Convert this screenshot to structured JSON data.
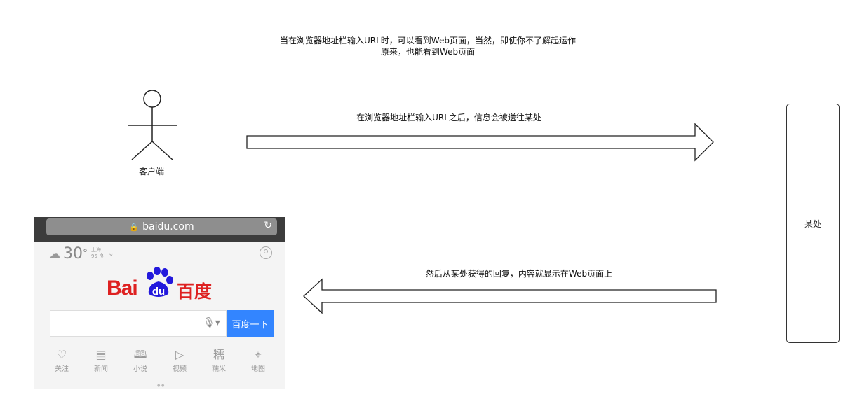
{
  "captions": {
    "top_line1": "当在浏览器地址栏输入URL时，可以看到Web页面，当然，即使你不了解起运作",
    "top_line2": "原来，也能看到Web页面",
    "request": "在浏览器地址栏输入URL之后，信息会被送往某处",
    "response": "然后从某处获得的回复，内容就显示在Web页面上"
  },
  "actor": {
    "label": "客户端"
  },
  "server": {
    "label": "某处"
  },
  "phone": {
    "address": "baidu.com",
    "weather": {
      "temperature": "30",
      "unit": "°",
      "city": "上海",
      "aqi": "95 良"
    },
    "logo": {
      "left": "Bai",
      "paw": "du",
      "right": "百度"
    },
    "search_button": "百度一下",
    "nav": [
      {
        "label": "关注",
        "icon": "heart-circle-icon",
        "glyph": "♡"
      },
      {
        "label": "新闻",
        "icon": "news-icon",
        "glyph": "▤"
      },
      {
        "label": "小说",
        "icon": "book-icon",
        "glyph": "🕮"
      },
      {
        "label": "视频",
        "icon": "play-icon",
        "glyph": "▷"
      },
      {
        "label": "糯米",
        "icon": "nuomi-icon",
        "glyph": "糯"
      },
      {
        "label": "地图",
        "icon": "map-pin-icon",
        "glyph": "⌖"
      }
    ],
    "colors": {
      "brand_red": "#de2121",
      "brand_blue": "#3385ff",
      "address_bar": "#8e8e8e"
    }
  }
}
